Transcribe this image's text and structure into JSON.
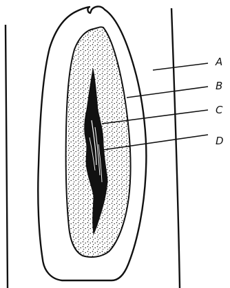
{
  "figure": {
    "labels": [
      {
        "id": "A",
        "text": "A"
      },
      {
        "id": "B",
        "text": "B"
      },
      {
        "id": "C",
        "text": "C"
      },
      {
        "id": "D",
        "text": "D"
      }
    ],
    "colors": {
      "ink": "#111111",
      "background": "#ffffff",
      "stipple": "#1a1a1a"
    }
  }
}
